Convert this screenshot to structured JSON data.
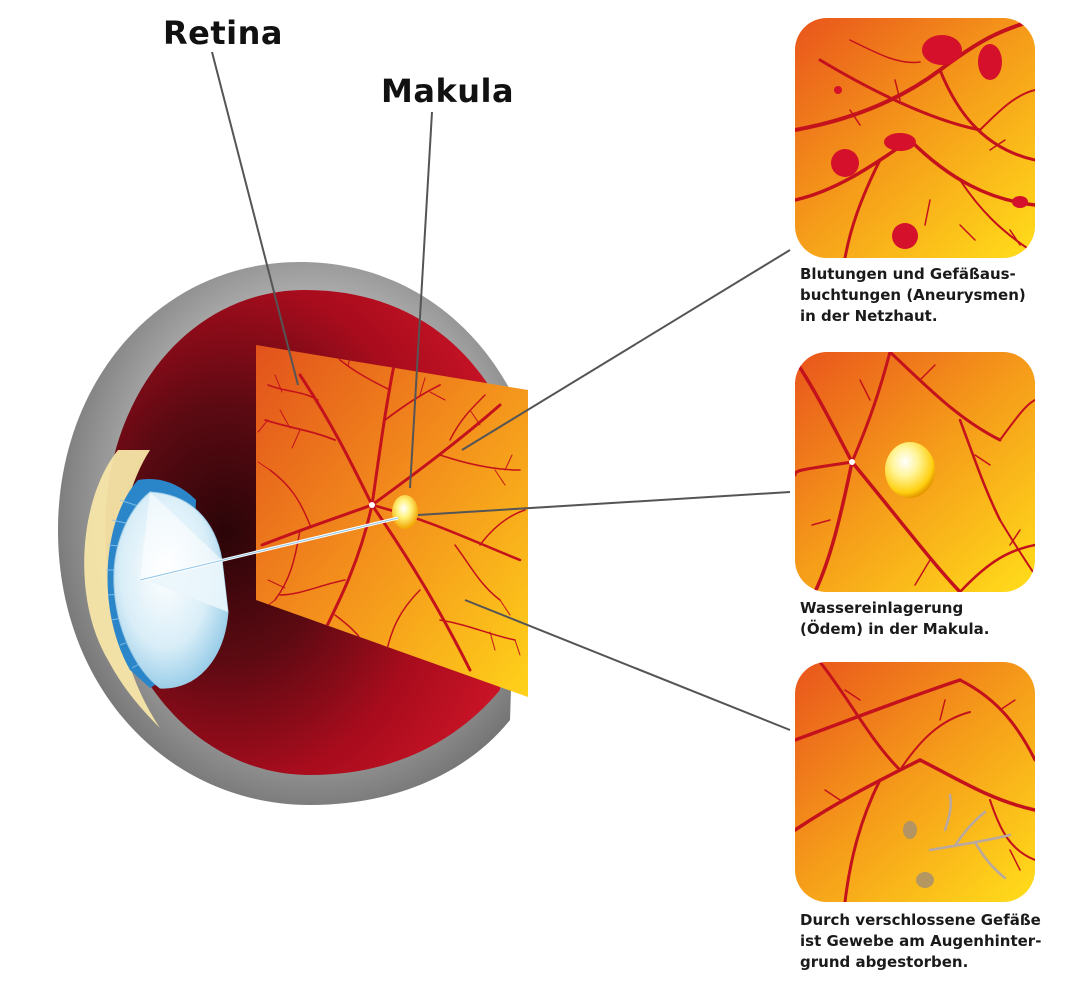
{
  "labels": {
    "retina": "Retina",
    "makula": "Makula"
  },
  "captions": [
    {
      "lines": [
        "Blutungen und Gefäßaus-",
        "buchtungen (Aneurysmen)",
        "in der Netzhaut."
      ]
    },
    {
      "lines": [
        "Wassereinlagerung",
        "(Ödem) in der Makula."
      ]
    },
    {
      "lines": [
        "Durch verschlossene Gefäße",
        "ist Gewebe am Augenhinter-",
        "grund abgestorben."
      ]
    }
  ],
  "colors": {
    "vessel": "#c4121c",
    "retina_light": "#ffd21a",
    "retina_dark": "#e8521a",
    "eyeball_red": "#b50d1f",
    "sclera_gray": "#8c8c8c",
    "lens_blue": "#2f8fd0",
    "macula_yellow": "#fff27a",
    "hemorrhage": "#d4102a"
  }
}
